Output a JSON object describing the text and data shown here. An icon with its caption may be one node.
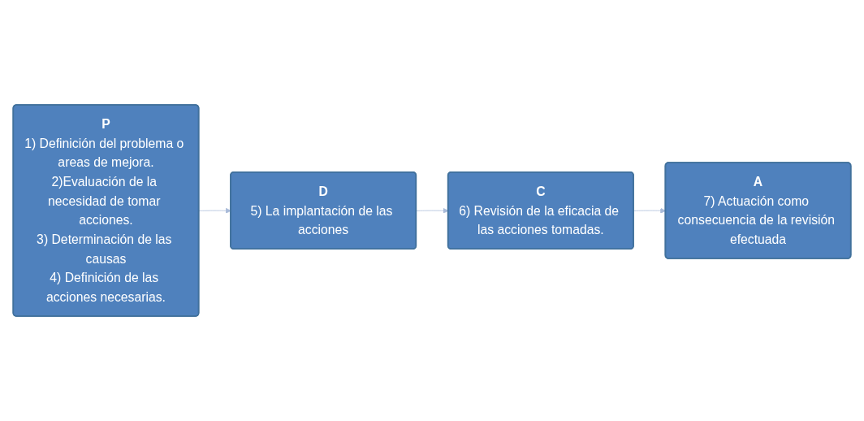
{
  "diagram": {
    "nodes": [
      {
        "text": [
          "P",
          "1) Definición del problema o areas de mejora.",
          "2)Evaluación de la necesidad de tomar acciones.",
          "3) Determinación de las causas",
          "4) Definición de las acciones necesarias."
        ]
      },
      {
        "text": [
          "D",
          "5) La implantación de las acciones"
        ]
      },
      {
        "text": [
          "C",
          "6) Revisión de la eficacia de las acciones tomadas."
        ]
      },
      {
        "text": [
          "A",
          "7) Actuación como consecuencia de la revisión efectuada"
        ]
      }
    ],
    "edges": [
      {
        "from": 0,
        "to": 1,
        "arrow": "to"
      },
      {
        "from": 1,
        "to": 2,
        "arrow": "to"
      },
      {
        "from": 2,
        "to": 3,
        "arrow": "to"
      }
    ]
  }
}
